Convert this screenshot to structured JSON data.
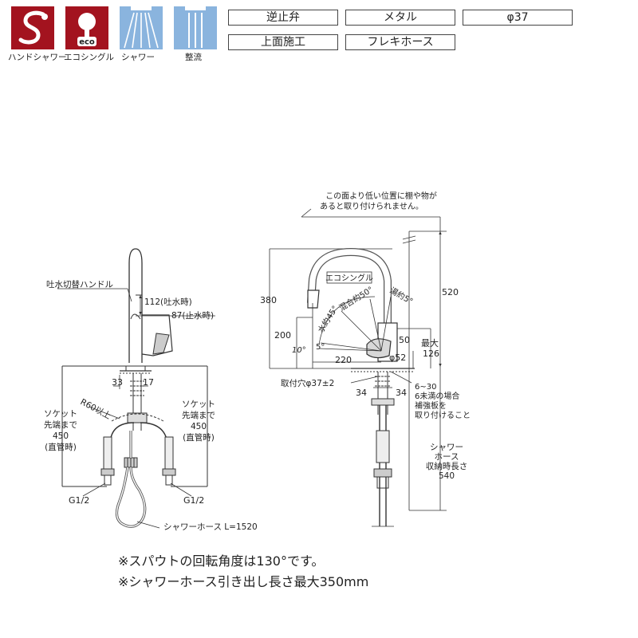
{
  "icons": [
    {
      "name": "hand-shower",
      "label": "ハンドシャワー"
    },
    {
      "name": "eco-single",
      "label": "エコシングル",
      "badge": "eco"
    },
    {
      "name": "shower",
      "label": "シャワー"
    },
    {
      "name": "straight-flow",
      "label": "整流"
    }
  ],
  "specs": [
    "逆止弁",
    "メタル",
    "φ37",
    "上面施工",
    "フレキホース"
  ],
  "front": {
    "handle_label": "吐水切替ハンドル",
    "dim_112": "112(吐水時)",
    "dim_87": "87(止水時)",
    "dim_33": "33",
    "dim_17": "17",
    "radius": "R60以上",
    "socket_left": [
      "ソケット",
      "先端まで",
      "450",
      "(直管時)"
    ],
    "socket_right": [
      "ソケット",
      "先端まで",
      "450",
      "(直管時)"
    ],
    "g_left": "G1/2",
    "g_right": "G1/2",
    "hose_label": "シャワーホース L=1520"
  },
  "side": {
    "warning": [
      "この面より低い位置に棚や物が",
      "あると取り付けられません。"
    ],
    "eco_label": "エコシングル",
    "dim_380": "380",
    "dim_200": "200",
    "dim_520": "520",
    "dim_220": "220",
    "dim_50": "50",
    "dim_max": "最大",
    "dim_126": "126",
    "dim_phi52": "φ52",
    "angle_10": "10°",
    "angle_5": "5°",
    "angle_45": "水約45°",
    "angle_50": "混合約50°",
    "angle_hot": "湯約5°",
    "mount_hole": "取付穴φ37±2",
    "dim_34_left": "34",
    "dim_34_right": "34",
    "thickness": [
      "6~30",
      "6未満の場合",
      "補強板を",
      "取り付けること"
    ],
    "hose_storage": [
      "シャワー",
      "ホース",
      "収納時長さ",
      "540"
    ]
  },
  "notes": [
    "※スパウトの回転角度は130°です。",
    "※シャワーホース引き出し長さ最大350mm"
  ]
}
